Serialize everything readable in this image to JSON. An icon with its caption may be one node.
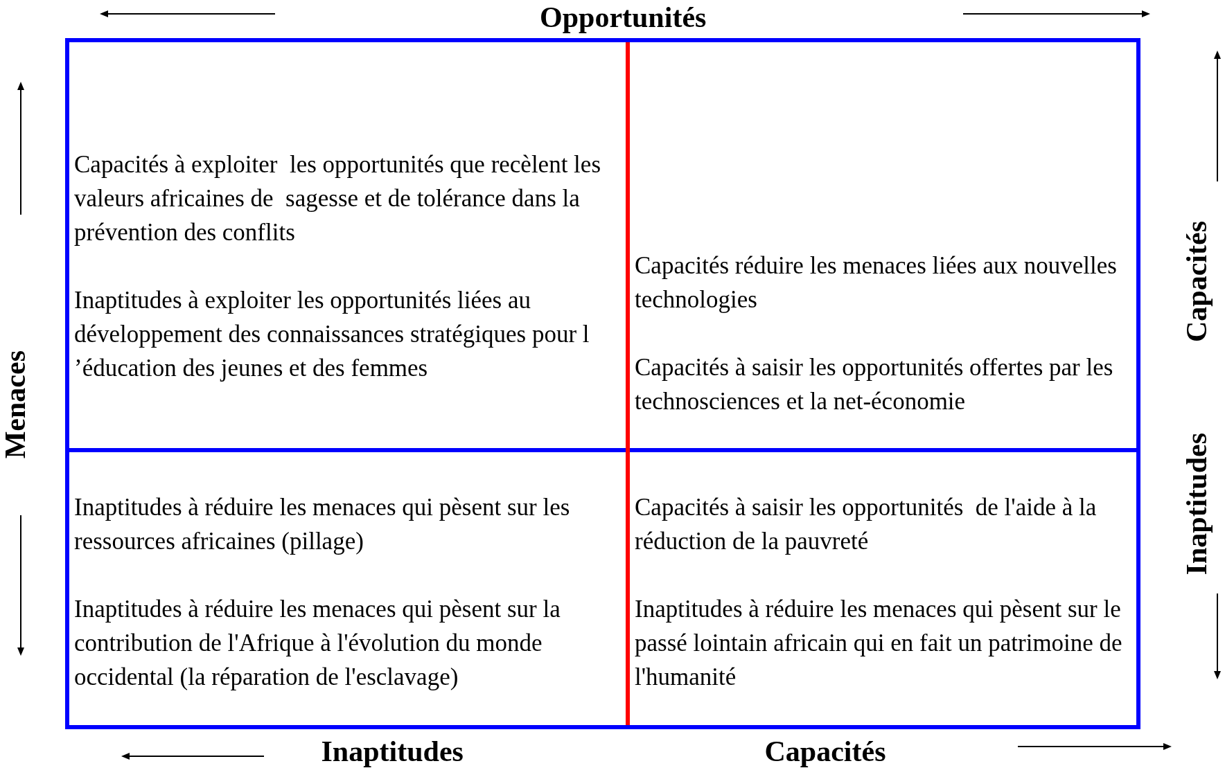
{
  "diagram": {
    "nodes": [
      {
        "text": [
          "Capacités à exploiter  les opportunités que recèlent les valeurs africaines de  sagesse et de tolérance dans la prévention des conflits",
          "Inaptitudes à exploiter les opportunités liées au développement des connaissances stratégiques pour l ’éducation des jeunes et des femmes"
        ]
      },
      {
        "text": [
          "Capacités réduire les menaces liées aux nouvelles technologies",
          "Capacités à saisir les opportunités offertes par les technosciences et la net-économie"
        ]
      },
      {
        "text": [
          "Inaptitudes à réduire les menaces qui pèsent sur les ressources africaines (pillage)",
          "Inaptitudes à réduire les menaces qui pèsent sur la contribution de l'Afrique à l'évolution du monde occidental (la réparation de l'esclavage)"
        ]
      },
      {
        "text": [
          "Capacités à saisir les opportunités  de l'aide à la réduction de la pauvreté",
          "Inaptitudes à réduire les menaces qui pèsent sur le passé lointain africain qui en fait un patrimoine de l'humanité"
        ]
      }
    ],
    "labels": [
      "Opportunités",
      "Menaces",
      "Capacités",
      "Inaptitudes",
      "Inaptitudes",
      "Capacités"
    ]
  }
}
